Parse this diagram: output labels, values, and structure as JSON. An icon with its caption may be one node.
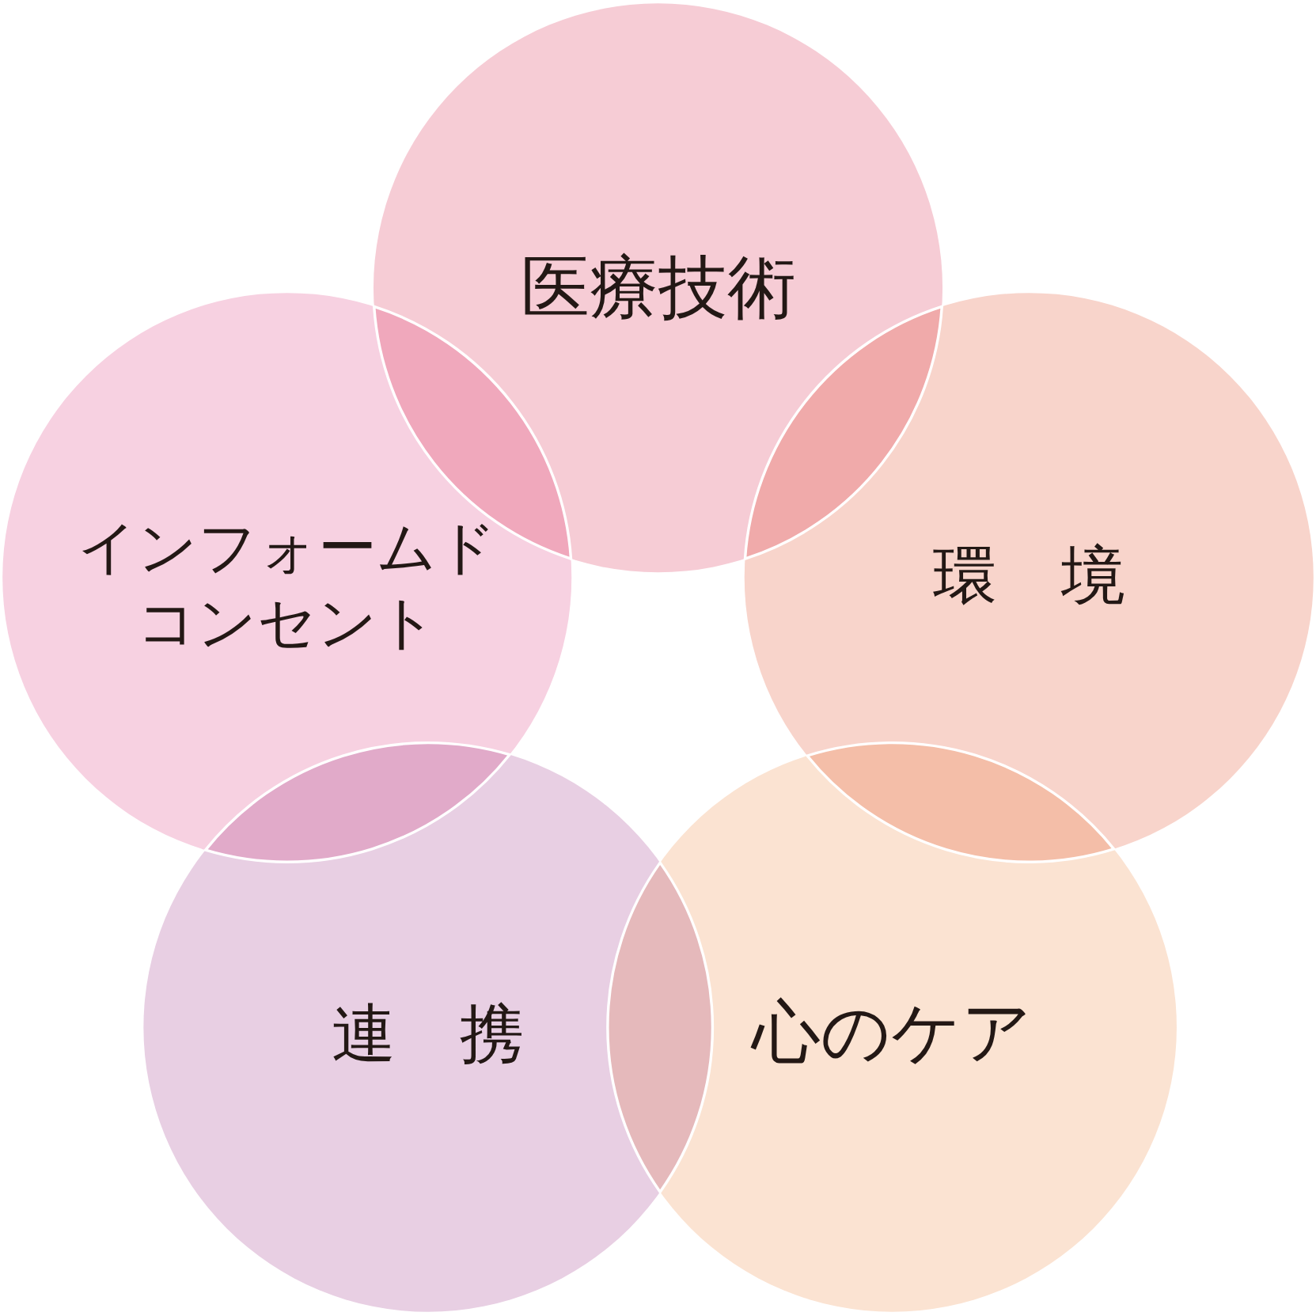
{
  "diagram": {
    "nodes": [
      {
        "text": [
          "医療技術"
        ]
      },
      {
        "text": [
          "インフォームドコンセント"
        ]
      },
      {
        "text": [
          "環　境"
        ]
      },
      {
        "text": [
          "連　携"
        ]
      },
      {
        "text": [
          "心のケア"
        ]
      }
    ],
    "edges": []
  }
}
